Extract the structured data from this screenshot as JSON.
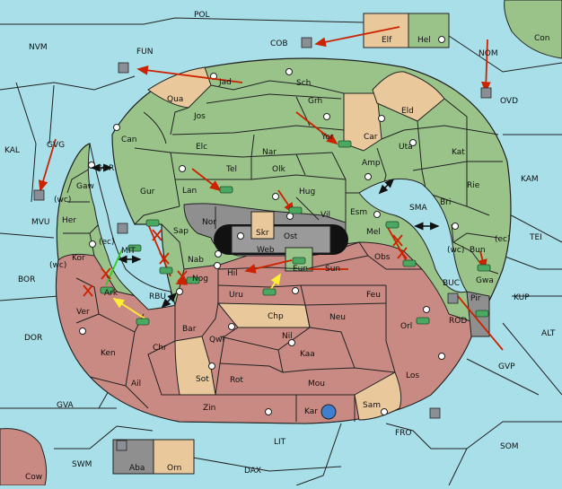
{
  "colors": {
    "sea": "#a8dfe9",
    "green": "#9ac38a",
    "red": "#c88a82",
    "tan": "#e9c99c",
    "gray": "#8f8f8f",
    "black": "#111111",
    "order_red": "#cc2200",
    "order_yellow": "#ffee33",
    "order_green": "#33cc22",
    "border": "#222222"
  },
  "sea_labels": {
    "POL": "POL",
    "FUN": "FUN",
    "NVM": "NVM",
    "COB": "COB",
    "NOM": "NOM",
    "Con": "Con",
    "OVD": "OVD",
    "KAL": "KAL",
    "GVG": "GVG",
    "GOR": "GOR",
    "MVU": "MVU",
    "MIT": "MIT",
    "BOR": "BOR",
    "RBU": "RBU",
    "DOR": "DOR",
    "SMA": "SMA",
    "KAM": "KAM",
    "TEI": "TEI",
    "BUC": "BUC",
    "ROD": "ROD",
    "KUP": "KUP",
    "ALT": "ALT",
    "GVP": "GVP",
    "FRO": "FRO",
    "SOM": "SOM",
    "LIT": "LIT",
    "GVA": "GVA",
    "SWM": "SWM",
    "DAX": "DAX",
    "Cow": "Cow"
  },
  "land_labels": {
    "Elf": "Elf",
    "Hel": "Hel",
    "Jad": "Jad",
    "Qua": "Qua",
    "Sch": "Sch",
    "Grh": "Grh",
    "Jos": "Jos",
    "Can": "Can",
    "Elc": "Elc",
    "Nar": "Nar",
    "Car": "Car",
    "Eld": "Eld",
    "Uta": "Uta",
    "Kat": "Kat",
    "Gaw": "Gaw",
    "Her": "Her",
    "Kor": "Kor",
    "Gur": "Gur",
    "Lan": "Lan",
    "Tel": "Tel",
    "Olk": "Olk",
    "Yor": "Yor",
    "Amp": "Amp",
    "Hug": "Hug",
    "Rie": "Rie",
    "Bri": "Bri",
    "Nor": "Nor",
    "Sap": "Sap",
    "Skr": "Skr",
    "Vil": "Vil",
    "Esm": "Esm",
    "Web": "Web",
    "Ost": "Ost",
    "Mel": "Mel",
    "Nab": "Nab",
    "Eun": "Eun",
    "Obs": "Obs",
    "Bun": "Bun",
    "Gwa": "Gwa",
    "Pir": "Pir",
    "Ark": "Ark",
    "Nog": "Nog",
    "Hil": "Hil",
    "Sun": "Sun",
    "Ver": "Ver",
    "Uru": "Uru",
    "Feu": "Feu",
    "Chp": "Chp",
    "Neu": "Neu",
    "Orl": "Orl",
    "Bar": "Bar",
    "Qwi": "Qwi",
    "Nil": "Nil",
    "Ken": "Ken",
    "Chr": "Chr",
    "Kaa": "Kaa",
    "Los": "Los",
    "Sot": "Sot",
    "Rot": "Rot",
    "Mou": "Mou",
    "Ail": "Ail",
    "Zin": "Zin",
    "Kar": "Kar",
    "Sam": "Sam",
    "Aba": "Aba",
    "Orn": "Orn"
  },
  "coast_labels": {
    "gvg_wc": "(wc)",
    "kor_ec": "(ec)",
    "kor_wc": "(wc)",
    "bun_wc": "(wc)",
    "bun_ec": "(ec)"
  }
}
